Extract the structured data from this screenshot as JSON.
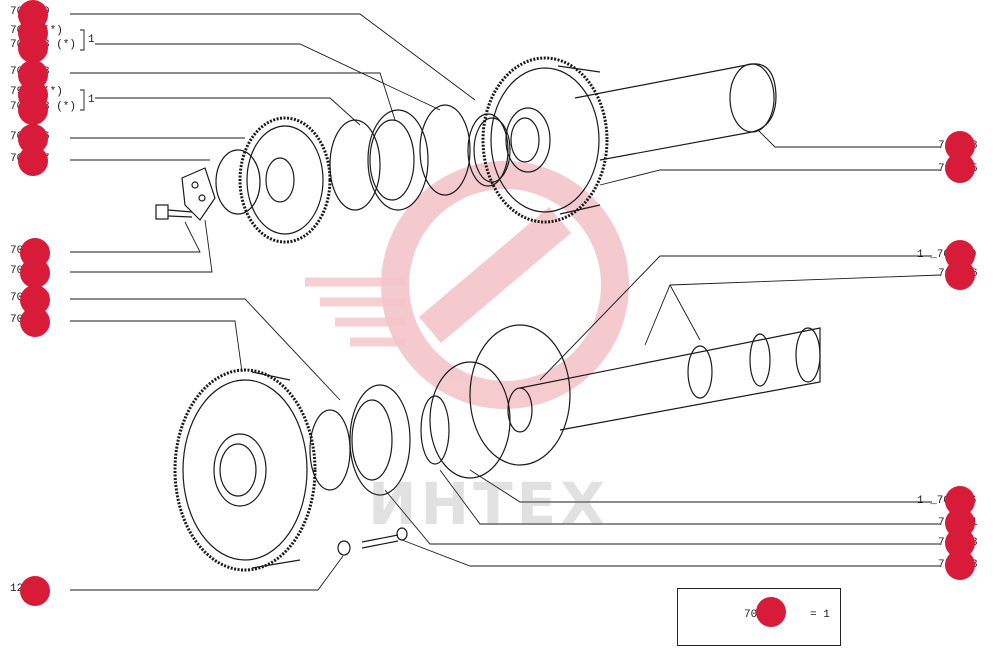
{
  "left_labels": [
    {
      "id": "l1",
      "text": "700359"
    },
    {
      "id": "l2",
      "text": "70   3 (*)"
    },
    {
      "id": "l3",
      "text": "704123 (*)"
    },
    {
      "id": "l4",
      "text": "702398"
    },
    {
      "id": "l5",
      "text": "79   3 (*)"
    },
    {
      "id": "l6",
      "text": "704123 (*)"
    },
    {
      "id": "l7",
      "text": "700336"
    },
    {
      "id": "l8",
      "text": "701527"
    },
    {
      "id": "l9",
      "text": "701896"
    },
    {
      "id": "l10",
      "text": "701528"
    },
    {
      "id": "l11",
      "text": "700357"
    },
    {
      "id": "l12",
      "text": "700334"
    },
    {
      "id": "l13",
      "text": "129846"
    }
  ],
  "right_labels": [
    {
      "id": "r1",
      "text": "700358"
    },
    {
      "id": "r2",
      "text": "700335"
    },
    {
      "id": "r3",
      "text": "1 _700350"
    },
    {
      "id": "r4",
      "text": "701526"
    },
    {
      "id": "r5",
      "text": "1 _700356"
    },
    {
      "id": "r6",
      "text": "700351"
    },
    {
      "id": "r7",
      "text": "700423"
    },
    {
      "id": "r8",
      "text": "700988"
    }
  ],
  "brace_marks": [
    "1",
    "1"
  ],
  "kit": {
    "part": "704580",
    "qty_text": "= 1"
  },
  "watermark": "ИНТЕХ",
  "colors": {
    "marker": "#d81b38",
    "line": "#1a1a1a",
    "watermark": "#e8a0a6"
  }
}
